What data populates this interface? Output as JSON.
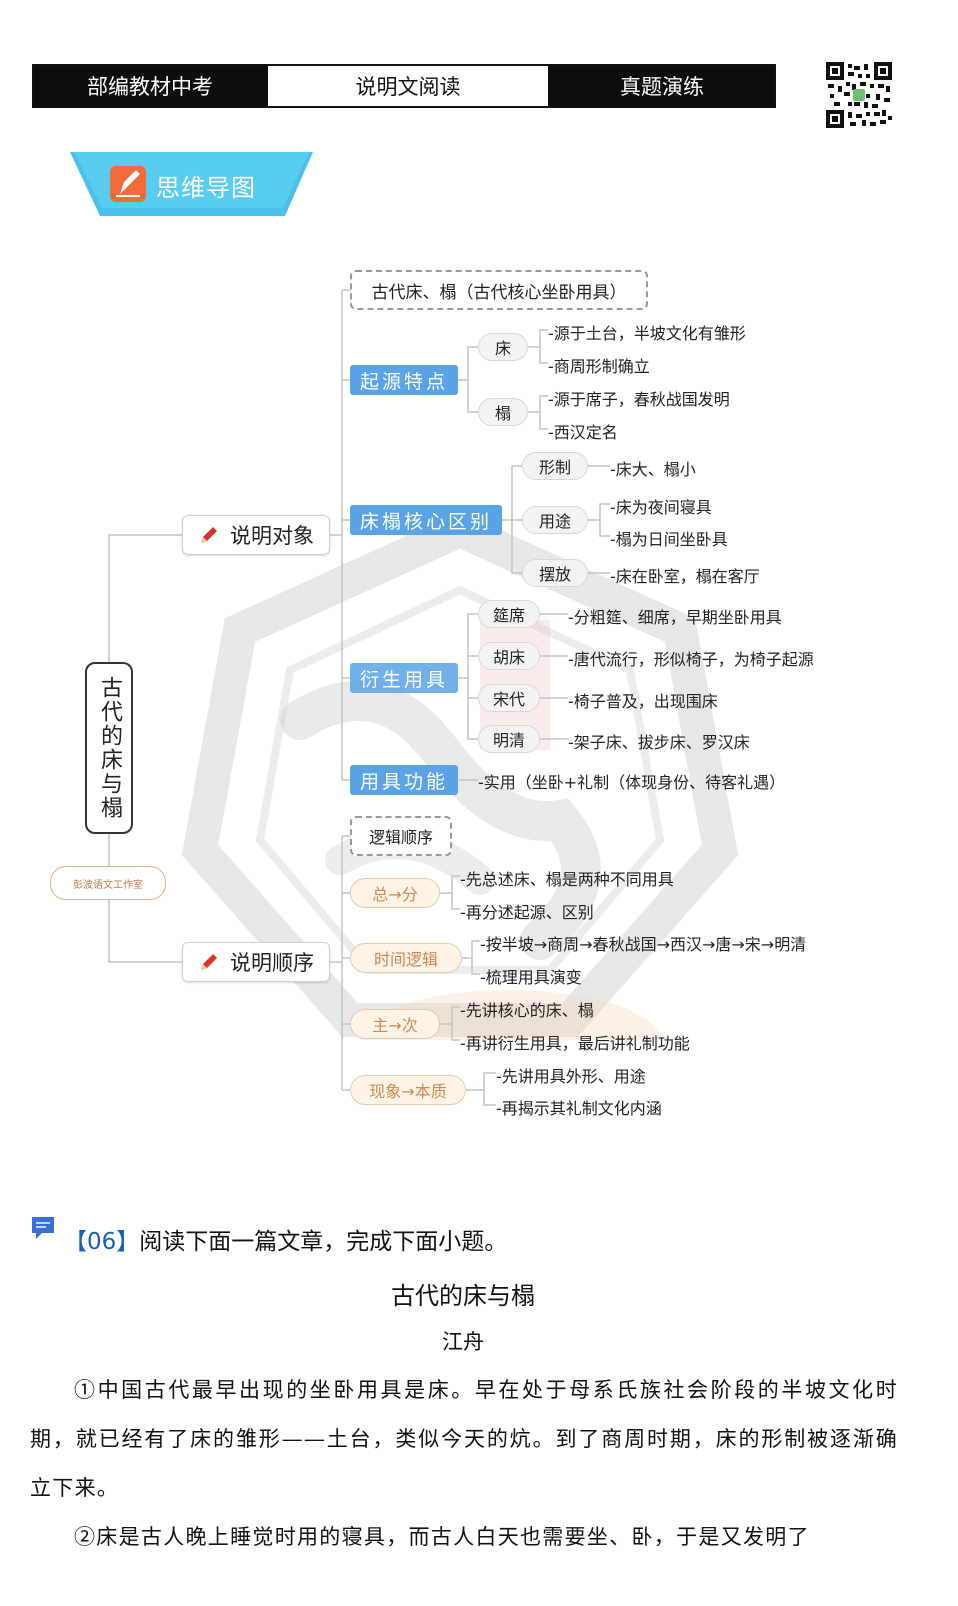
{
  "header": {
    "left": "部编教材中考",
    "middle": "说明文阅读",
    "right": "真题演练"
  },
  "badge": {
    "label": "思维导图"
  },
  "mindmap": {
    "root": "古代的床与榻",
    "studio": "彭波语文工作室",
    "obj": {
      "label": "说明对象",
      "core": "古代床、榻（古代核心坐卧用具）",
      "origin": {
        "label": "起源特点",
        "bed": "床",
        "bed_1": "-源于土台，半坡文化有雏形",
        "bed_2": "-商周形制确立",
        "ta": "榻",
        "ta_1": "-源于席子，春秋战国发明",
        "ta_2": "-西汉定名"
      },
      "diff": {
        "label": "床榻核心区别",
        "shape": "形制",
        "shape_1": "-床大、榻小",
        "use": "用途",
        "use_1": "-床为夜间寝具",
        "use_2": "-榻为日间坐卧具",
        "place": "摆放",
        "place_1": "-床在卧室，榻在客厅"
      },
      "derived": {
        "label": "衍生用具",
        "a": "筵席",
        "a_1": "-分粗筵、细席，早期坐卧用具",
        "b": "胡床",
        "b_1": "-唐代流行，形似椅子，为椅子起源",
        "c": "宋代",
        "c_1": "-椅子普及，出现围床",
        "d": "明清",
        "d_1": "-架子床、拔步床、罗汉床"
      },
      "func": {
        "label": "用具功能",
        "f_1": "-实用（坐卧+礼制（体现身份、待客礼遇）"
      }
    },
    "order": {
      "label": "说明顺序",
      "logic": "逻辑顺序",
      "a": "总→分",
      "a_1": "-先总述床、榻是两种不同用具",
      "a_2": "-再分述起源、区别",
      "b": "时间逻辑",
      "b_1": "-按半坡→商周→春秋战国→西汉→唐→宋→明清",
      "b_2": "-梳理用具演变",
      "c": "主→次",
      "c_1": "-先讲核心的床、榻",
      "c_2": "-再讲衍生用具，最后讲礼制功能",
      "d": "现象→本质",
      "d_1": "-先讲用具外形、用途",
      "d_2": "-再揭示其礼制文化内涵"
    }
  },
  "question": {
    "num": "【06】",
    "text": "阅读下面一篇文章，完成下面小题。"
  },
  "article": {
    "title": "古代的床与榻",
    "author": "江舟",
    "p1": "①中国古代最早出现的坐卧用具是床。早在处于母系氏族社会阶段的半坡文化时期，就已经有了床的雏形——土台，类似今天的炕。到了商周时期，床的形制被逐渐确立下来。",
    "p2": "②床是古人晚上睡觉时用的寝具，而古人白天也需要坐、卧，于是又发明了"
  },
  "colors": {
    "blue_node": "#5aa3e6",
    "header_dark": "#0d0d0d",
    "badge": "#4bc0e8",
    "peach": "#fff3e6",
    "question_num": "#1a5fb4"
  }
}
